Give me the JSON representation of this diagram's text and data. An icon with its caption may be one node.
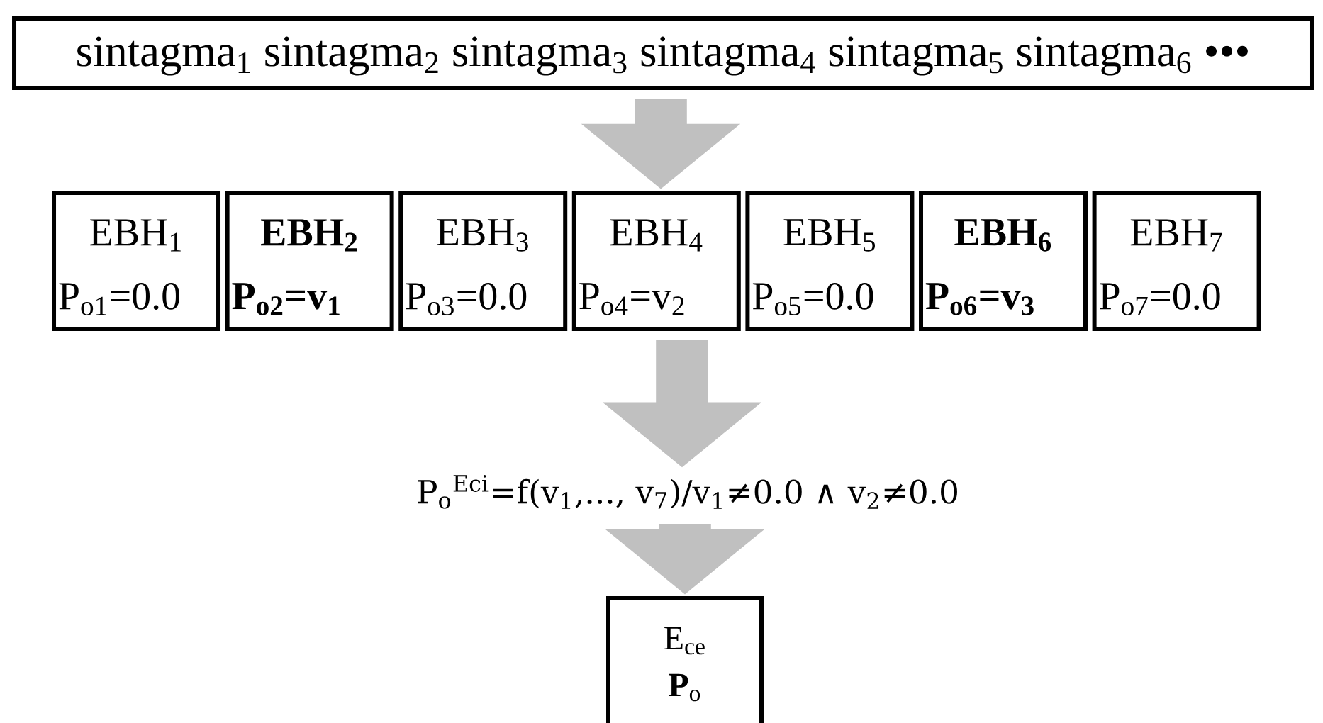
{
  "diagram": {
    "nodes": [
      {
        "text": [
          "sintagma$_{1}$ sintagma$_{2}$ sintagma$_{3}$ sintagma$_{4}$ sintagma$_{5}$ sintagma$_{6}$ •••"
        ]
      },
      {
        "text": [
          "EBH$_{1}$",
          "P$_{o1}$=0.0"
        ]
      },
      {
        "text": [
          "**EBH$_{2}$**",
          "**P$_{o2}$=v$_{1}$**"
        ]
      },
      {
        "text": [
          "EBH$_{3}$",
          "P$_{o3}$=0.0"
        ]
      },
      {
        "text": [
          "EBH$_{4}$",
          "P$_{o4}$=v$_{2}$"
        ]
      },
      {
        "text": [
          "EBH$_{5}$",
          "P$_{o5}$=0.0"
        ]
      },
      {
        "text": [
          "**EBH$_{6}$**",
          "**P$_{o6}$=v$_{3}$**"
        ]
      },
      {
        "text": [
          "EBH$_{7}$",
          "P$_{o7}$=0.0"
        ]
      },
      {
        "text": [
          "P$_{o}$$^{Eci}$=f(v$_{1}$,..., v$_{7}$)/v$_{1}$≠0.0 ∧ v$_{2}$≠0.0"
        ]
      },
      {
        "text": [
          "E$_{ce}$",
          "**P**$_{o}$"
        ]
      }
    ],
    "edges": [
      {
        "from": 0,
        "to": 4,
        "arrow": "to",
        "style": "thick"
      },
      {
        "from": 4,
        "to": 8,
        "arrow": "to",
        "style": "thick"
      },
      {
        "from": 8,
        "to": 9,
        "arrow": "to",
        "style": "thick"
      }
    ]
  }
}
